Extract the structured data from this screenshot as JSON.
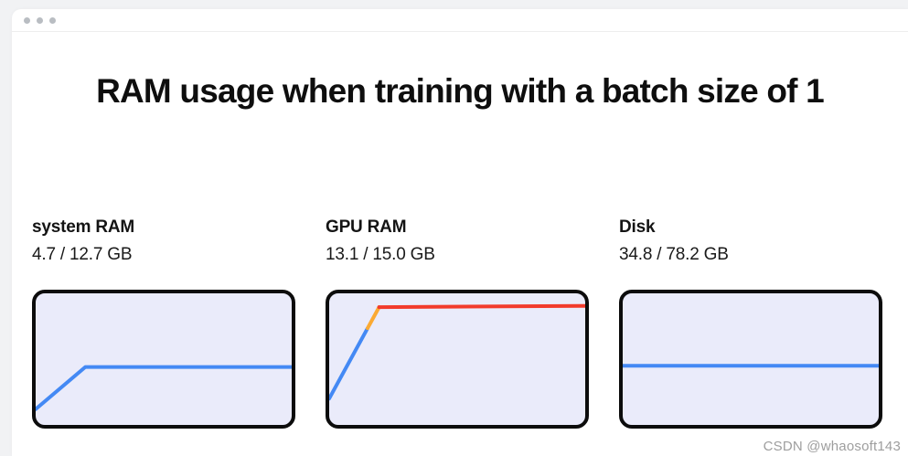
{
  "window": {
    "controls": [
      "dot",
      "dot",
      "dot"
    ]
  },
  "page_title": "RAM usage when training with a batch size of 1",
  "panels": [
    {
      "label": "system RAM",
      "value": "4.7 / 12.7 GB"
    },
    {
      "label": "GPU RAM",
      "value": "13.1 / 15.0 GB"
    },
    {
      "label": "Disk",
      "value": "34.8 / 78.2 GB"
    }
  ],
  "watermark": "CSDN @whaosoft143",
  "colors": {
    "line_blue": "#4489f4",
    "line_orange": "#fbaa33",
    "line_red": "#f23b2c",
    "chart_bg": "#eaebfa",
    "chart_border": "#0c0c0c",
    "page_bg": "#f1f2f4"
  },
  "chart_data": [
    {
      "type": "line",
      "title": "system RAM",
      "current": 4.7,
      "total": 12.7,
      "unit": "GB",
      "legend": "none",
      "axes": "none (sparkline)",
      "segments": [
        {
          "name": "usage-normal",
          "color": "#4489f4",
          "points_pct": [
            [
              0,
              88
            ],
            [
              19.4,
              56
            ],
            [
              101,
              56
            ]
          ]
        }
      ]
    },
    {
      "type": "line",
      "title": "GPU RAM",
      "current": 13.1,
      "total": 15.0,
      "unit": "GB",
      "legend": "none",
      "axes": "none (sparkline)",
      "segments": [
        {
          "name": "usage-normal",
          "color": "#4489f4",
          "points_pct": [
            [
              0,
              80
            ],
            [
              15,
              26.5
            ]
          ]
        },
        {
          "name": "usage-warning",
          "color": "#fbaa33",
          "points_pct": [
            [
              15,
              26.5
            ],
            [
              19.5,
              10.5
            ]
          ]
        },
        {
          "name": "usage-critical",
          "color": "#f23b2c",
          "points_pct": [
            [
              19.5,
              10.5
            ],
            [
              101,
              9.5
            ]
          ]
        }
      ]
    },
    {
      "type": "line",
      "title": "Disk",
      "current": 34.8,
      "total": 78.2,
      "unit": "GB",
      "legend": "none",
      "axes": "none (sparkline)",
      "segments": [
        {
          "name": "usage-normal",
          "color": "#4489f4",
          "points_pct": [
            [
              0,
              55
            ],
            [
              101,
              55
            ]
          ]
        }
      ]
    }
  ]
}
